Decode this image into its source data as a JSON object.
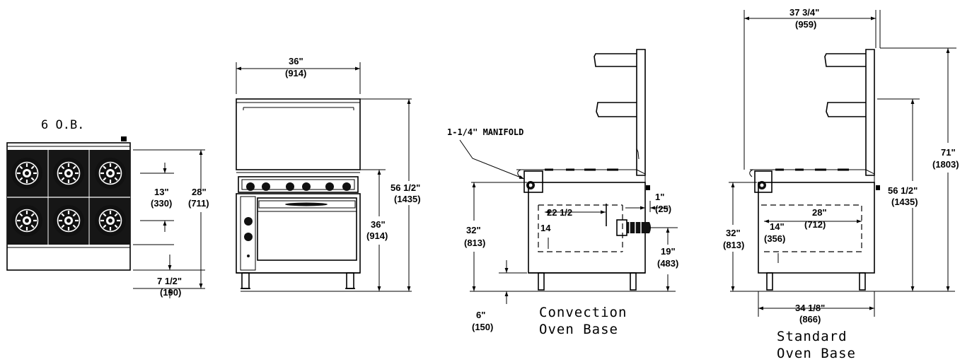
{
  "views": {
    "top": {
      "title": "6 O.B.",
      "dims": {
        "burner_spacing": "13\"",
        "burner_spacing_mm": "(330)",
        "depth": "28\"",
        "depth_mm": "(711)",
        "front": "7 1/2\"",
        "front_mm": "(190)"
      }
    },
    "front": {
      "dims": {
        "width": "36\"",
        "width_mm": "(914)",
        "work_height": "36\"",
        "work_height_mm": "(914)",
        "total_height": "56 1/2\"",
        "total_height_mm": "(1435)"
      }
    },
    "convection": {
      "manifold": "1-1/4\" MANIFOLD",
      "caption_line1": "Convection",
      "caption_line2": "Oven Base",
      "dims": {
        "oven_depth": "22 1/2",
        "oven_height": "14",
        "flue": "1\"",
        "flue_mm": "(25)",
        "height_32": "32\"",
        "height_32_mm": "(813)",
        "knob_height": "19\"",
        "knob_height_mm": "(483)",
        "legs": "6\"",
        "legs_mm": "(150)"
      }
    },
    "standard": {
      "caption_line1": "Standard",
      "caption_line2": "Oven Base",
      "dims": {
        "shelf_width": "37 3/4\"",
        "shelf_width_mm": "(959)",
        "oven_depth": "28\"",
        "oven_depth_mm": "(712)",
        "oven_height": "14\"",
        "oven_height_mm": "(356)",
        "height_32": "32\"",
        "height_32_mm": "(813)",
        "height_56": "56 1/2\"",
        "height_56_mm": "(1435)",
        "height_71": "71\"",
        "height_71_mm": "(1803)",
        "base_depth": "34 1/8\"",
        "base_depth_mm": "(866)"
      }
    }
  }
}
